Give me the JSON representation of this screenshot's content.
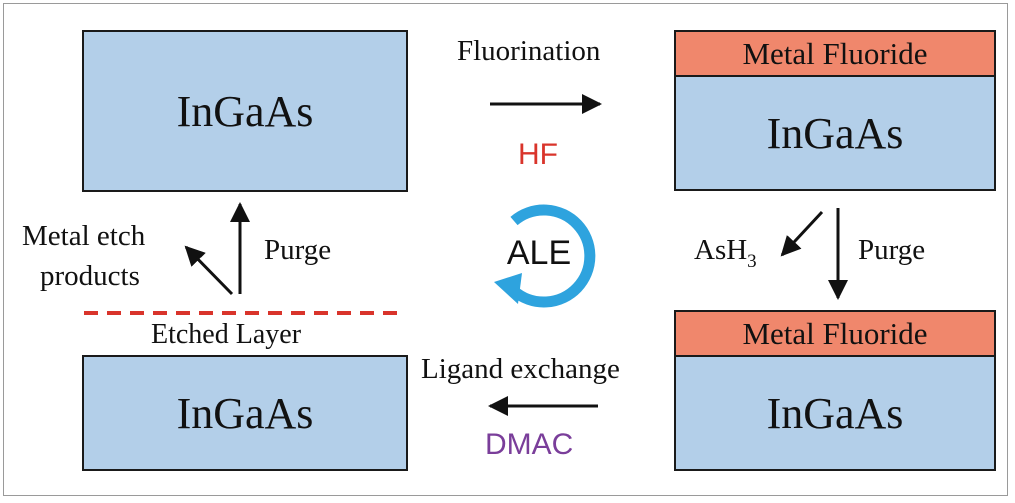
{
  "boxes": {
    "top_left": "InGaAs",
    "top_right_layer": "Metal Fluoride",
    "top_right": "InGaAs",
    "bottom_right_layer": "Metal Fluoride",
    "bottom_right": "InGaAs",
    "bottom_left": "InGaAs"
  },
  "steps": {
    "fluorination": "Fluorination",
    "hf": "HF",
    "purge_right": "Purge",
    "ash3_main": "AsH",
    "ash3_sub": "3",
    "ligand_exchange": "Ligand exchange",
    "dmac": "DMAC",
    "purge_left": "Purge",
    "metal_etch_line1": "Metal etch",
    "metal_etch_line2": "products",
    "etched_layer": "Etched Layer"
  },
  "cycle": {
    "label": "ALE"
  },
  "colors": {
    "substrate": "#b3cfe9",
    "fluoride": "#f0876c",
    "hf": "#d9342b",
    "dmac": "#7a3e9a",
    "cycle_arrow": "#2ea3de",
    "etched_line": "#d9342b"
  }
}
